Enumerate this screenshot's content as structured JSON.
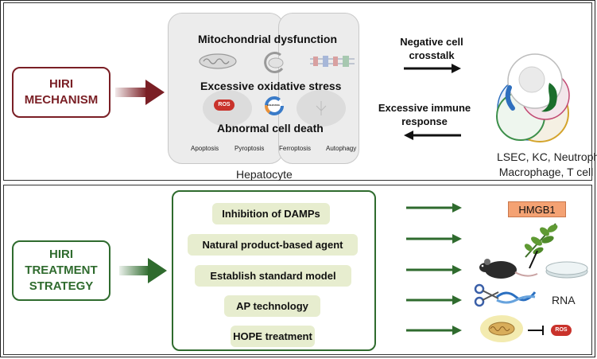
{
  "mechanism": {
    "label_line1": "HIRI",
    "label_line2": "MECHANISM",
    "mito_title": "Mitochondrial dysfunction",
    "oxidative_title": "Excessive oxidative stress",
    "death_title": "Abnormal cell death",
    "ros_badge": "ROS",
    "gsh_badge": "GSH/GSSG",
    "death_types": [
      "Apoptosis",
      "Pyroptosis",
      "Ferroptosis",
      "Autophagy"
    ],
    "cell_caption": "Hepatocyte",
    "crosstalk_line1": "Negative cell",
    "crosstalk_line2": "crosstalk",
    "immune_line1": "Excessive immune",
    "immune_line2": "response",
    "immune_cells_line1": "LSEC, KC, Neutrophil,",
    "immune_cells_line2": "Macrophage, T cell"
  },
  "treatment": {
    "label_line1": "HIRI",
    "label_line2": "TREATMENT",
    "label_line3": "STRATEGY",
    "strategies": [
      "Inhibition of DAMPs",
      "Natural product-based agent",
      "Establish standard model",
      "AP technology",
      "HOPE treatment"
    ],
    "hmgb1": "HMGB1",
    "rna": "RNA",
    "ros_badge": "ROS"
  },
  "colors": {
    "mechanism": "#7a1f25",
    "treatment": "#2f6b2e",
    "strategy_fill": "#e7edcf",
    "hmgb1_fill": "#f4a273"
  }
}
